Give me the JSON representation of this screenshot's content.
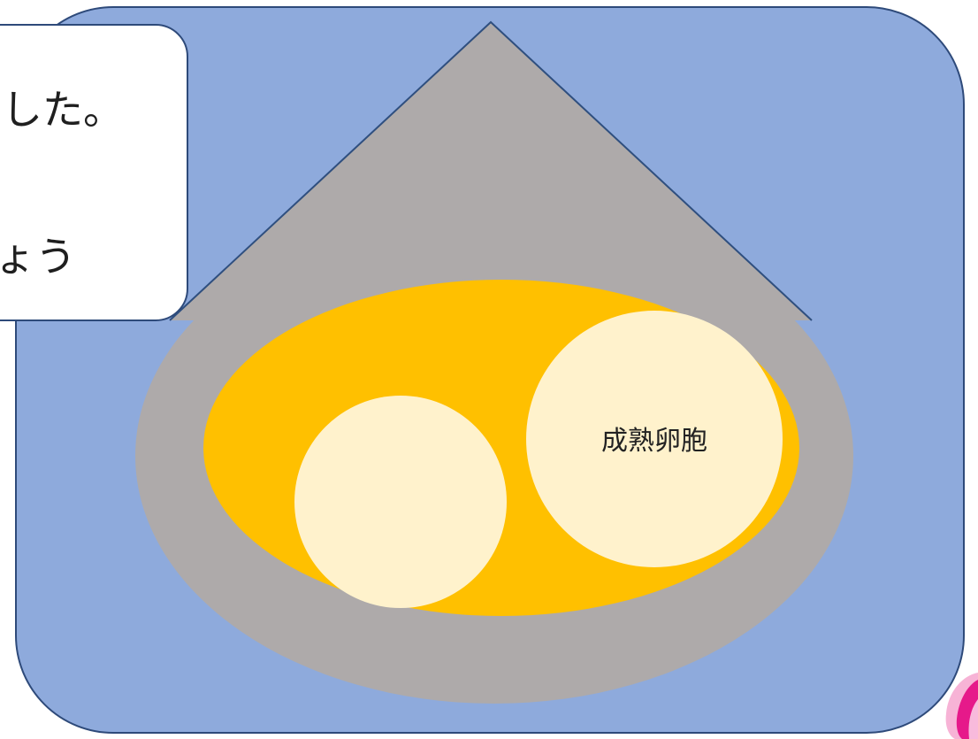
{
  "callout": {
    "line1": "した。",
    "line2": "ょう"
  },
  "diagram": {
    "mature_follicle_label": "成熟卵胞"
  },
  "colors": {
    "panel_fill": "#8eaadc",
    "panel_stroke": "#2e4a7a",
    "drop_fill": "#aeaaaa",
    "drop_stroke": "#2f4f7f",
    "ovary_fill": "#ffc000",
    "follicle_fill": "#fff2cc",
    "callout_fill": "#ffffff",
    "callout_stroke": "#2e4a7a",
    "logo_pink": "#e6198a",
    "logo_light": "#f7b3d6"
  },
  "icons": {
    "corner_logo": "flower-logo-icon"
  }
}
